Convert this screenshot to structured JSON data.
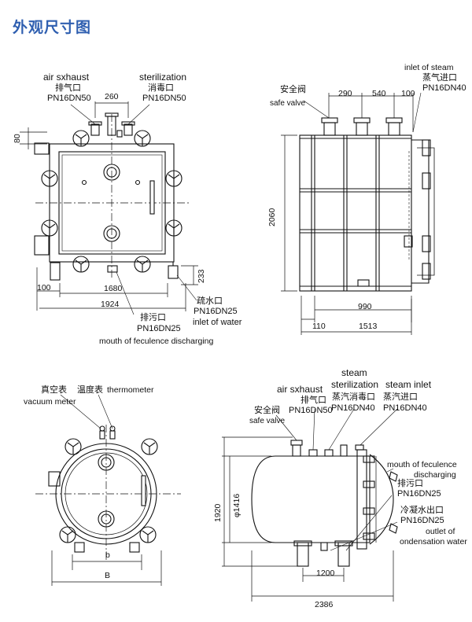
{
  "title": "外观尺寸图",
  "view1": {
    "air_exhaust_en": "air sxhaust",
    "air_exhaust_cn": "排气口",
    "air_exhaust_spec": "PN16DN50",
    "sterilization_en": "sterilization",
    "sterilization_cn": "消毒口",
    "sterilization_spec": "PN16DN50",
    "dim_260": "260",
    "dim_80": "80",
    "dim_233": "233",
    "dim_100": "100",
    "dim_1680": "1680",
    "dim_1924": "1924",
    "drain_cn": "疏水口",
    "drain_spec": "PN16DN25",
    "drain_en": "inlet of water",
    "sewage_cn": "排污口",
    "sewage_spec": "PN16DN25",
    "sewage_en": "mouth of feculence discharging"
  },
  "view2": {
    "steam_inlet_en": "inlet of steam",
    "steam_inlet_cn": "蒸气进口",
    "steam_inlet_spec": "PN16DN40",
    "safe_valve_cn": "安全阀",
    "safe_valve_en": "safe valve",
    "dim_290": "290",
    "dim_540": "540",
    "dim_100": "100",
    "dim_2060": "2060",
    "dim_990": "990",
    "dim_110": "110",
    "dim_1513": "1513"
  },
  "view3": {
    "vacuum_cn": "真空表",
    "vacuum_en": "vacuum meter",
    "thermo_cn": "温度表",
    "thermo_en": "thermometer",
    "dim_b_small": "b",
    "dim_b_big": "B"
  },
  "view4": {
    "steam_en": "steam",
    "sterilization_en": "sterilization",
    "steam_inlet_en": "steam inlet",
    "air_exhaust_en": "air sxhaust",
    "air_exhaust_cn": "排气口",
    "air_exhaust_spec": "PN16DN50",
    "steam_steril_cn": "蒸汽消毒口",
    "steam_steril_spec": "PN16DN40",
    "steam_inlet_cn": "蒸汽进口",
    "steam_inlet_spec": "PN16DN40",
    "safe_valve_cn": "安全阀",
    "safe_valve_en": "safe valve",
    "feculence_en1": "mouth of feculence",
    "feculence_en2": "discharging",
    "sewage_cn": "排污口",
    "sewage_spec": "PN16DN25",
    "condensate_cn": "冷凝水出口",
    "condensate_spec": "PN16DN25",
    "condensate_en1": "outlet of",
    "condensate_en2": "ondensation water",
    "dim_1920": "1920",
    "dim_phi": "φ1416",
    "dim_1200": "1200",
    "dim_2386": "2386"
  }
}
